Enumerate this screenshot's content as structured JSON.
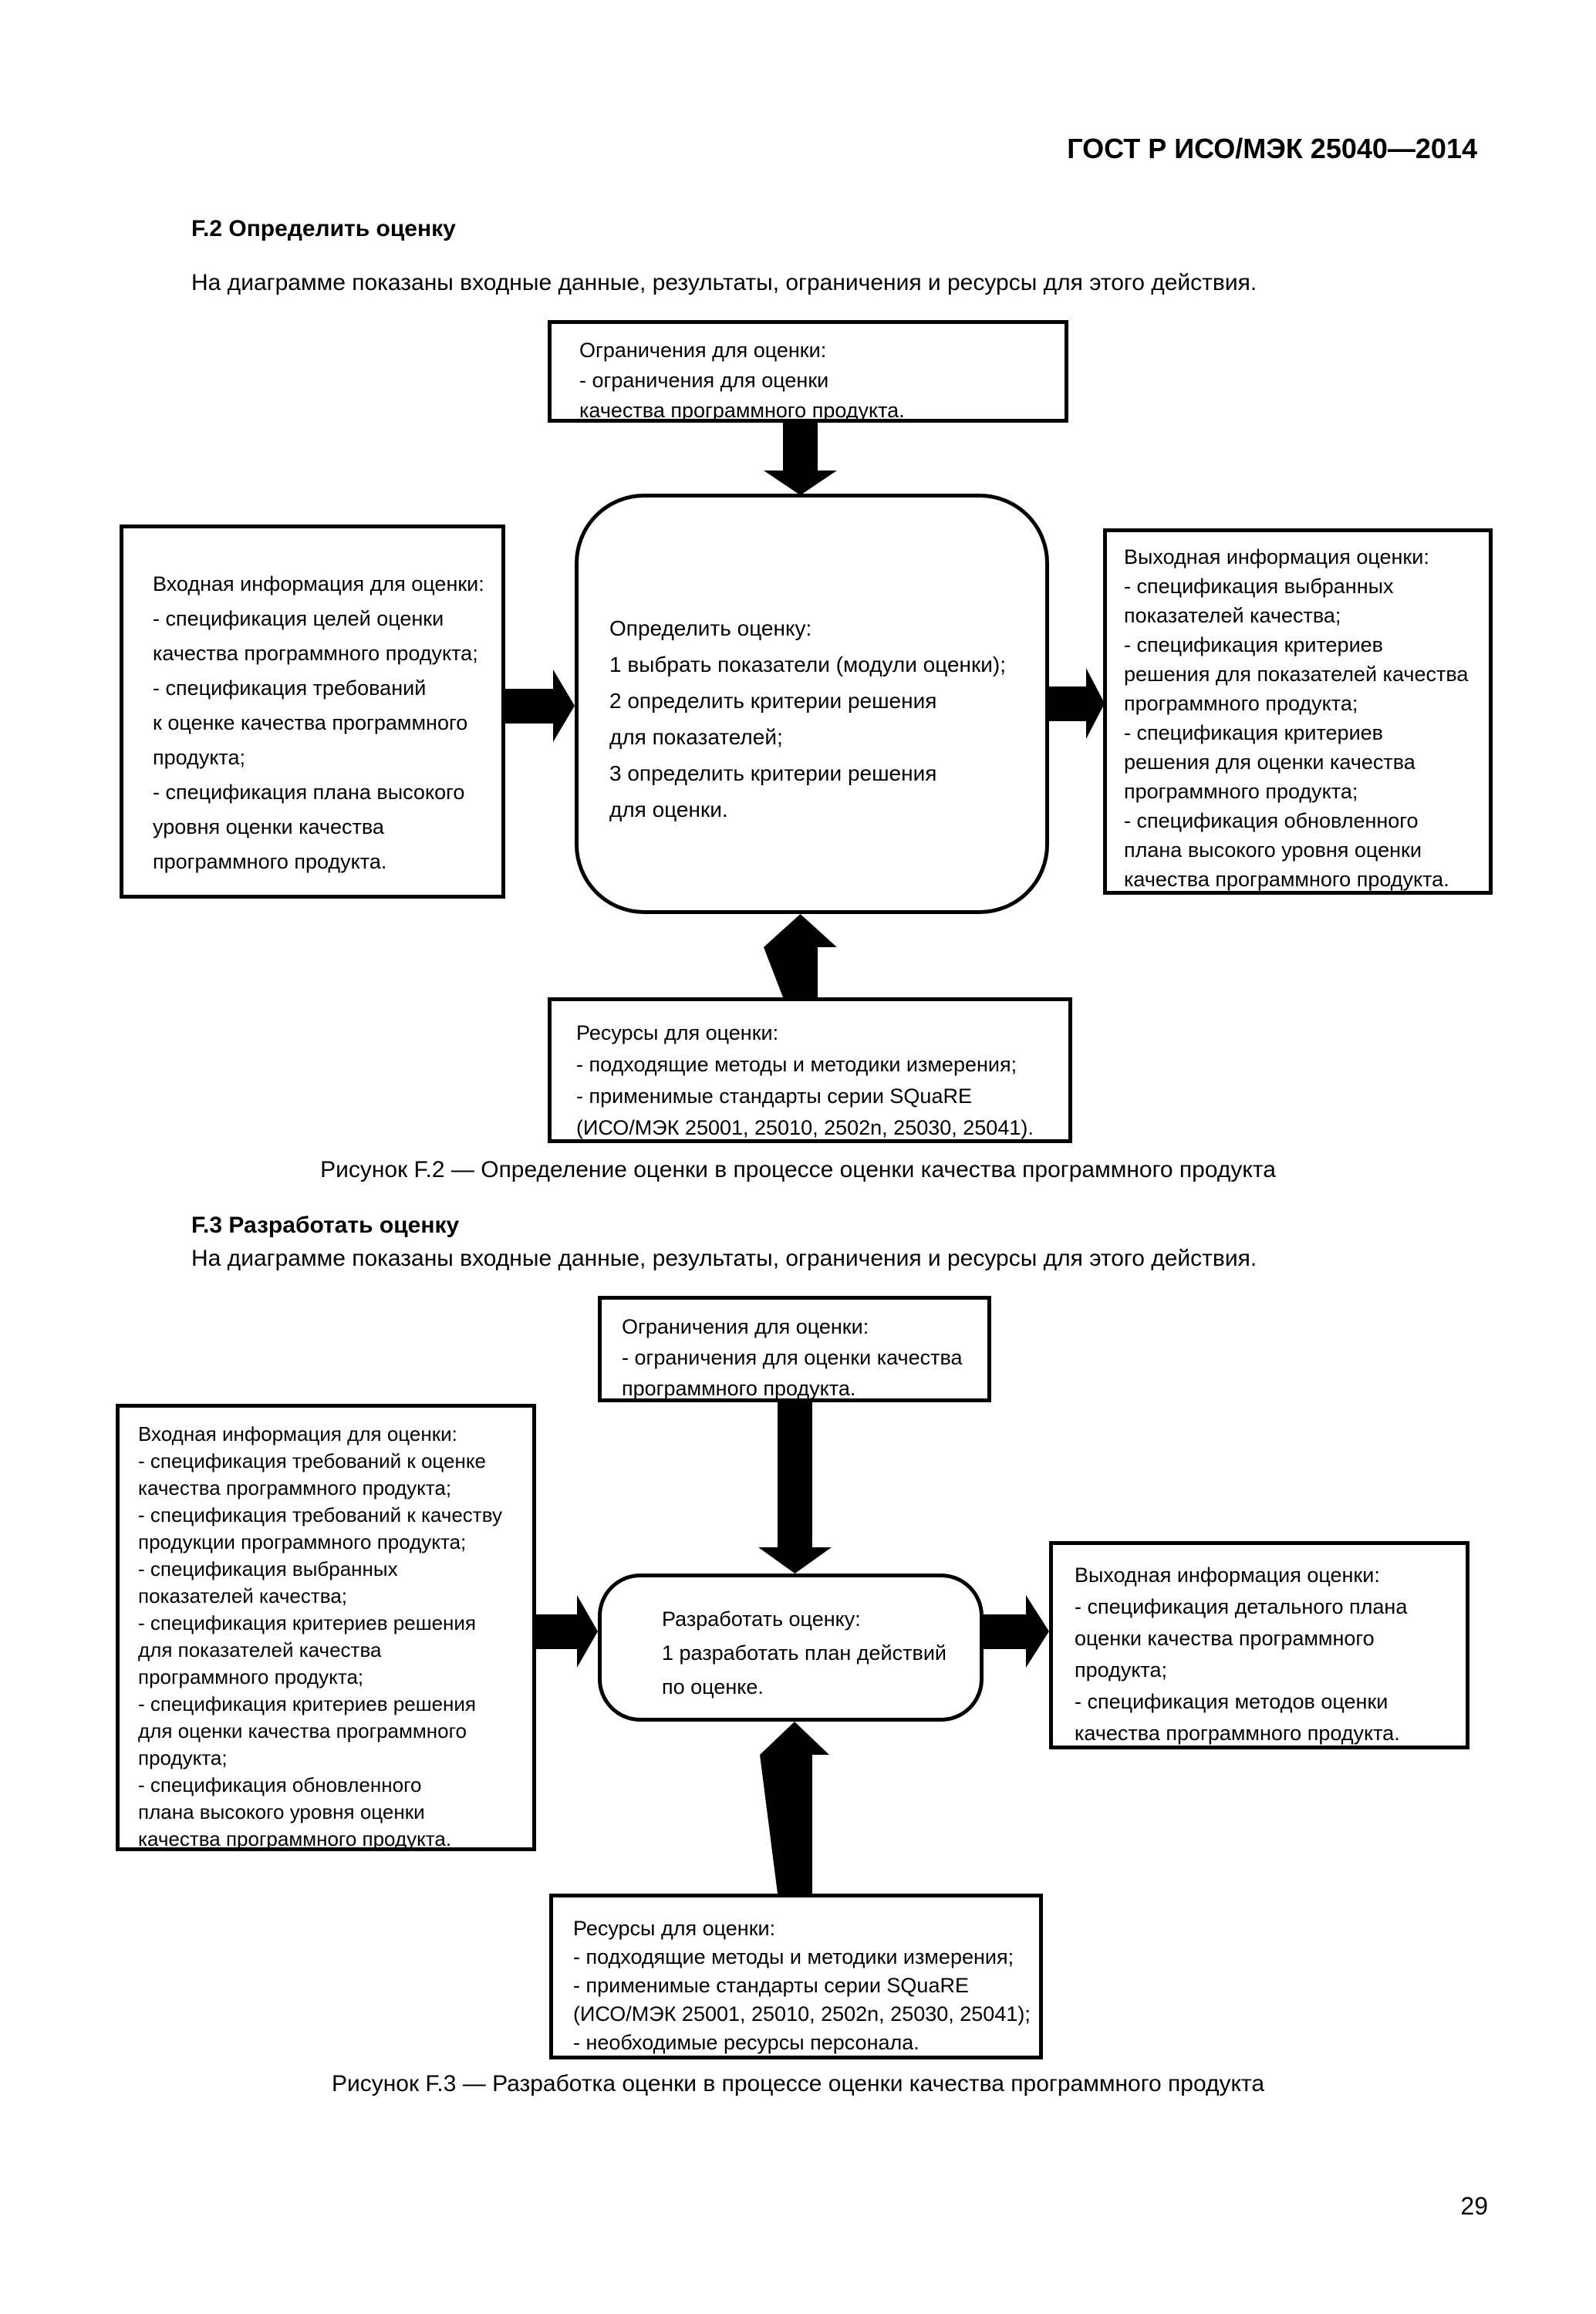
{
  "colors": {
    "text": "#000000",
    "background": "#ffffff"
  },
  "header": {
    "title": "ГОСТ Р ИСО/МЭК 25040—2014"
  },
  "page_number": "29",
  "sections": {
    "f2": {
      "heading": "F.2 Определить оценку",
      "intro": "На диаграмме показаны входные данные, результаты, ограничения и ресурсы для этого действия.",
      "caption": "Рисунок F.2 — Определение оценки в процессе оценки качества программного продукта",
      "diagram": {
        "constraints": "Ограничения для оценки:\n- ограничения для оценки\nкачества программного продукта.",
        "input": "Входная информация для оценки:\n- спецификация целей оценки\nкачества программного продукта;\n- спецификация требований\nк оценке качества программного\nпродукта;\n- спецификация плана высокого\nуровня оценки качества\nпрограммного продукта.",
        "activity": "Определить оценку:\n1 выбрать показатели (модули оценки);\n2 определить критерии решения\nдля показателей;\n3 определить критерии решения\nдля оценки.",
        "output": "Выходная информация оценки:\n- спецификация выбранных\nпоказателей качества;\n- спецификация критериев\nрешения для показателей качества\nпрограммного продукта;\n- спецификация критериев\nрешения для оценки качества\nпрограммного продукта;\n- спецификация обновленного\nплана высокого уровня оценки\nкачества программного продукта.",
        "resources": "Ресурсы для оценки:\n- подходящие методы и методики измерения;\n- применимые стандарты серии SQuaRE\n(ИСО/МЭК 25001, 25010, 2502n, 25030, 25041)."
      }
    },
    "f3": {
      "heading": "F.3 Разработать оценку",
      "intro": "На диаграмме показаны входные данные, результаты, ограничения и ресурсы для этого действия.",
      "caption": "Рисунок F.3 — Разработка оценки в процессе оценки качества программного продукта",
      "diagram": {
        "constraints": "Ограничения для оценки:\n- ограничения для оценки качества\nпрограммного продукта.",
        "input": "Входная информация для оценки:\n- спецификация требований к оценке\nкачества программного продукта;\n- спецификация требований к качеству\nпродукции программного продукта;\n- спецификация выбранных\nпоказателей качества;\n- спецификация критериев решения\nдля показателей качества\nпрограммного продукта;\n- спецификация критериев решения\nдля оценки качества программного\nпродукта;\n- спецификация обновленного\nплана высокого уровня оценки\nкачества программного продукта.",
        "activity": "Разработать оценку:\n1 разработать план действий\nпо оценке.",
        "output": "Выходная информация оценки:\n- спецификация детального плана\nоценки качества программного\nпродукта;\n- спецификация методов оценки\nкачества программного продукта.",
        "resources": "Ресурсы для оценки:\n- подходящие методы и методики измерения;\n- применимые стандарты серии SQuaRE\n(ИСО/МЭК 25001, 25010, 2502n, 25030, 25041);\n- необходимые ресурсы персонала."
      }
    }
  }
}
